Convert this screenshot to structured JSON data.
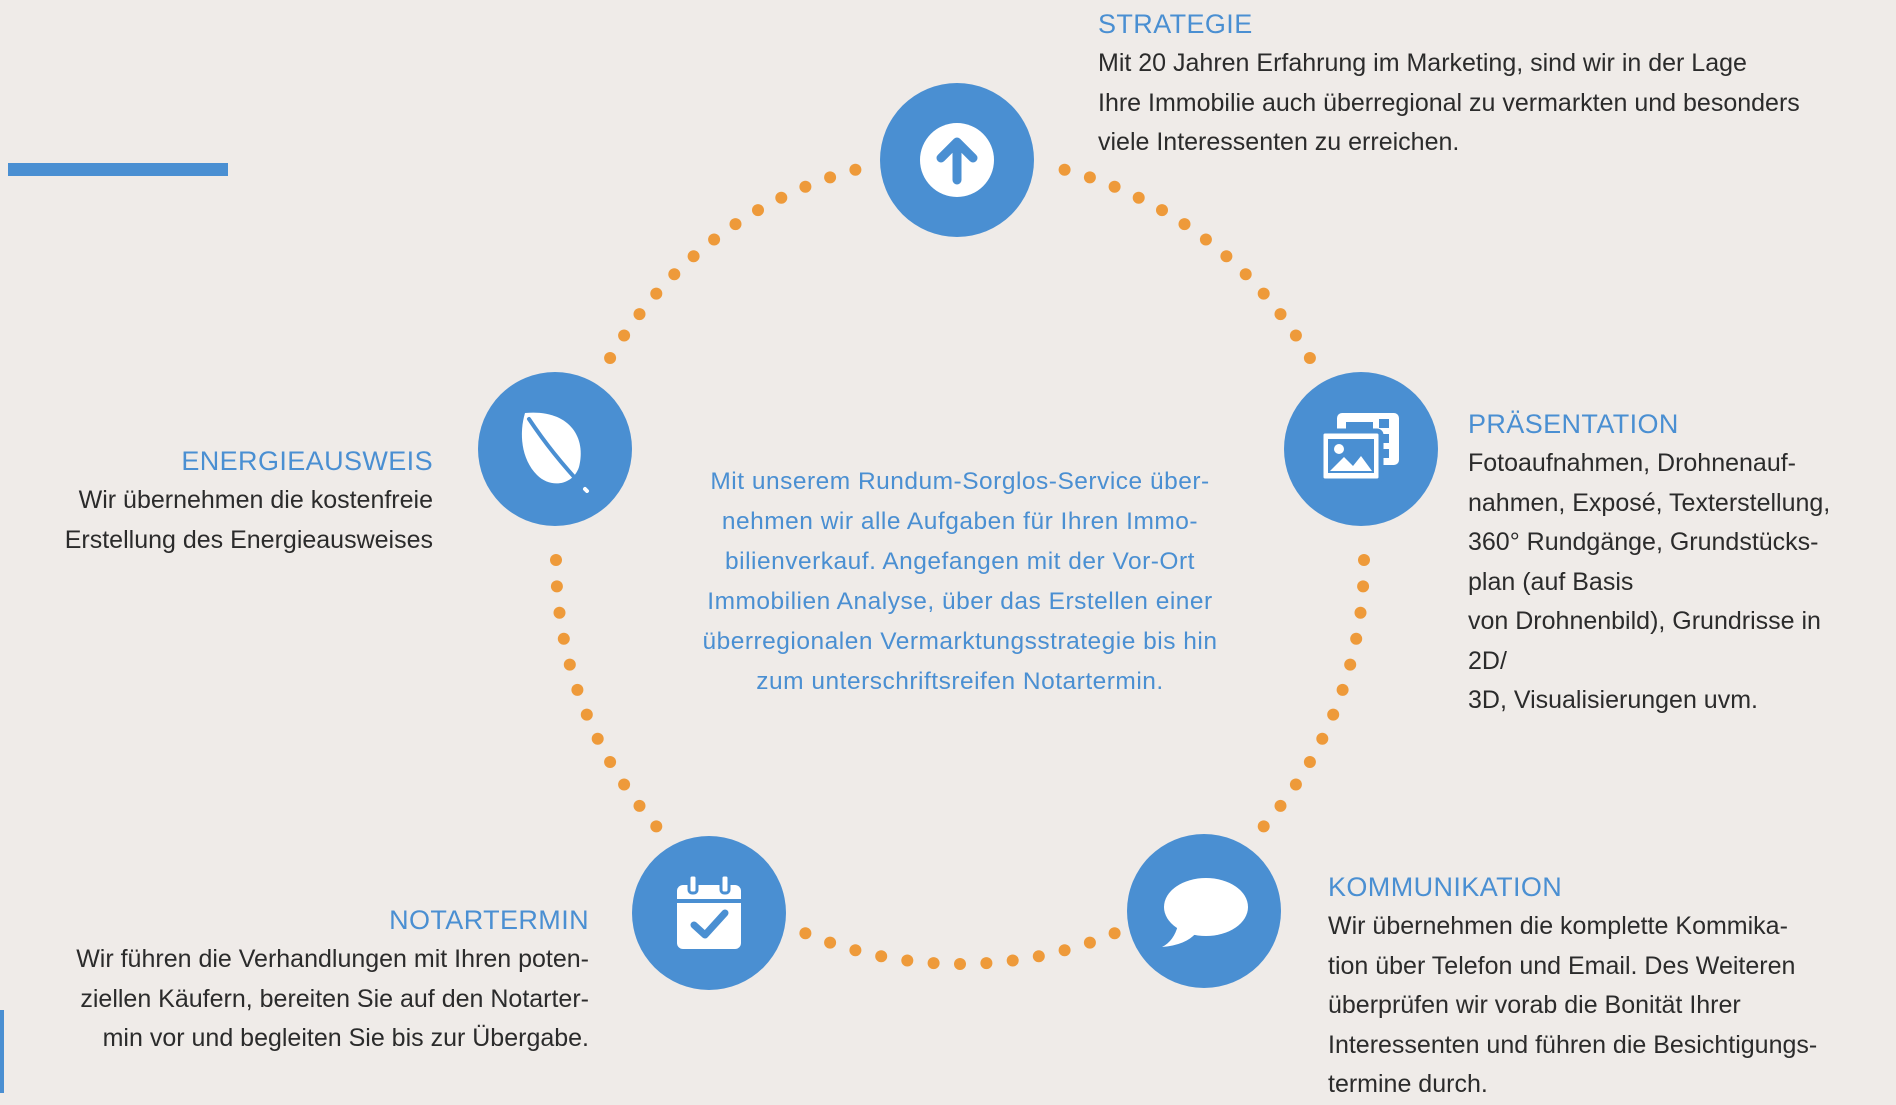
{
  "colors": {
    "accent": "#4a8fd2",
    "dots": "#ee9a3a",
    "background": "#efebe8",
    "text": "#2b2b2b"
  },
  "center_text": [
    "Mit unserem Rundum-Sorglos-Service über-",
    "nehmen wir alle Aufgaben für Ihren Immo-",
    "bilienverkauf. Angefangen mit der Vor-Ort",
    "Immobilien Analyse, über das Erstellen einer",
    "überregionalen Vermarktungsstrategie bis hin",
    "zum unterschriftsreifen Notartermin."
  ],
  "steps": {
    "strategie": {
      "icon": "arrow-up-icon",
      "title": "STRATEGIE",
      "lines": [
        "Mit 20 Jahren Erfahrung im Marketing, sind wir in der Lage",
        "Ihre Immobilie auch überregional zu vermarkten und besonders",
        "viele Interessenten zu erreichen."
      ]
    },
    "praesentation": {
      "icon": "media-gallery-icon",
      "title": "PRÄSENTATION",
      "lines": [
        "Fotoaufnahmen, Drohnenauf-",
        "nahmen, Exposé, Texterstellung,",
        "360° Rundgänge, Grundstücks-",
        "plan (auf Basis",
        "von Drohnenbild), Grundrisse in",
        "2D/",
        "3D, Visualisierungen uvm."
      ]
    },
    "kommunikation": {
      "icon": "speech-bubble-icon",
      "title": "KOMMUNIKATION",
      "lines": [
        "Wir übernehmen die komplette Kommika-",
        "tion über Telefon und Email. Des Weiteren",
        "überprüfen wir vorab die Bonität Ihrer",
        "Interessenten und führen die Besichtigungs-",
        "termine durch."
      ]
    },
    "notartermin": {
      "icon": "calendar-check-icon",
      "title": "NOTARTERMIN",
      "lines": [
        "Wir führen die Verhandlungen mit Ihren poten-",
        "ziellen Käufern, bereiten Sie auf den Notarter-",
        "min vor und begleiten Sie bis zur Übergabe."
      ]
    },
    "energieausweis": {
      "icon": "leaf-icon",
      "title": "ENERGIEAUSWEIS",
      "lines": [
        "Wir übernehmen die kostenfreie",
        "Erstellung des Energieausweises"
      ]
    }
  }
}
